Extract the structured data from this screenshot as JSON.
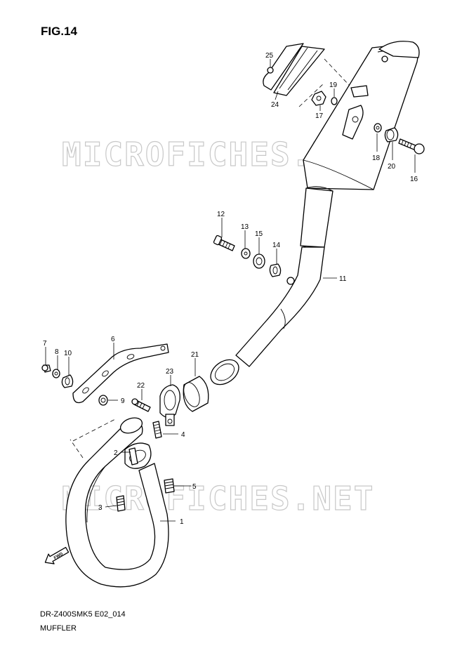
{
  "figure": {
    "number": "FIG.14",
    "code": "DR-Z400SMK5 E02_014",
    "title": "MUFFLER"
  },
  "watermarks": [
    "MICROFICHES.NET",
    "MICROFICHES.NET"
  ],
  "direction_badge": "FWD",
  "parts": [
    {
      "ref": "1"
    },
    {
      "ref": "2"
    },
    {
      "ref": "3"
    },
    {
      "ref": "4"
    },
    {
      "ref": "5"
    },
    {
      "ref": "6"
    },
    {
      "ref": "7"
    },
    {
      "ref": "8"
    },
    {
      "ref": "9"
    },
    {
      "ref": "10"
    },
    {
      "ref": "11"
    },
    {
      "ref": "12"
    },
    {
      "ref": "13"
    },
    {
      "ref": "14"
    },
    {
      "ref": "15"
    },
    {
      "ref": "16"
    },
    {
      "ref": "17"
    },
    {
      "ref": "18"
    },
    {
      "ref": "19"
    },
    {
      "ref": "20"
    },
    {
      "ref": "21"
    },
    {
      "ref": "22"
    },
    {
      "ref": "23"
    },
    {
      "ref": "24"
    },
    {
      "ref": "25"
    }
  ]
}
